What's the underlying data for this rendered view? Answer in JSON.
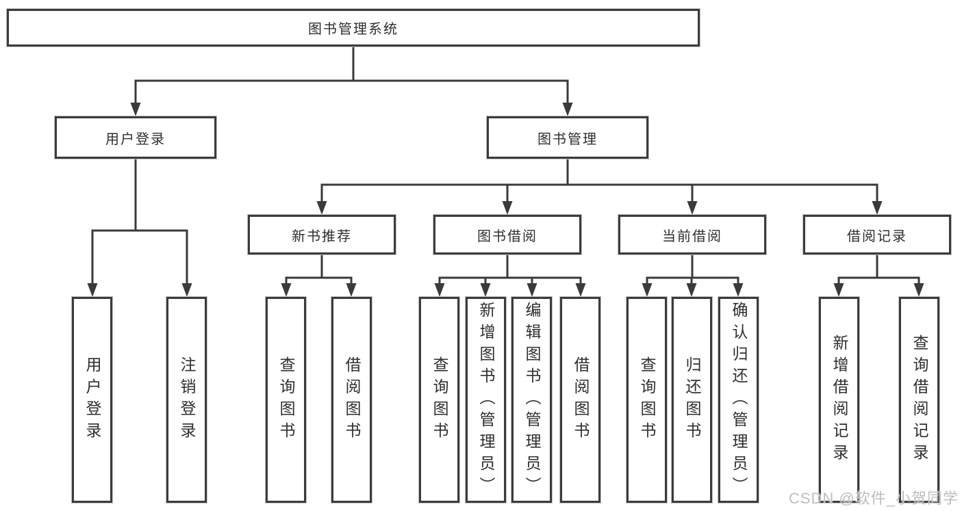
{
  "diagram": {
    "root": {
      "label": "图书管理系统"
    },
    "children": [
      {
        "label": "用户登录",
        "children": [
          {
            "label": "用户登录"
          },
          {
            "label": "注销登录"
          }
        ]
      },
      {
        "label": "图书管理",
        "children": [
          {
            "label": "新书推荐",
            "children": [
              {
                "label": "查询图书"
              },
              {
                "label": "借阅图书"
              }
            ]
          },
          {
            "label": "图书借阅",
            "children": [
              {
                "label": "查询图书"
              },
              {
                "label": "新增图书（管理员）"
              },
              {
                "label": "编辑图书（管理员）"
              },
              {
                "label": "借阅图书"
              }
            ]
          },
          {
            "label": "当前借阅",
            "children": [
              {
                "label": "查询图书"
              },
              {
                "label": "归还图书"
              },
              {
                "label": "确认归还（管理员）"
              }
            ]
          },
          {
            "label": "借阅记录",
            "children": [
              {
                "label": "新增借阅记录"
              },
              {
                "label": "查询借阅记录"
              }
            ]
          }
        ]
      }
    ]
  },
  "watermark": {
    "text": "CSDN @软件_小贺同学"
  },
  "colors": {
    "line": "#3a3a3a",
    "box_border": "#3b3b3b",
    "text": "#2e2e2e",
    "watermark": "#bdbdbd",
    "background": "#ffffff"
  }
}
